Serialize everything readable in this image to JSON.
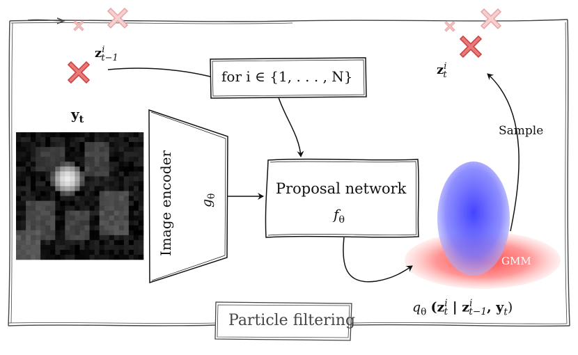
{
  "frame": {
    "title": "Particle filtering"
  },
  "observation": {
    "label_symbol": "y",
    "label_subscript": "t"
  },
  "prev_particle": {
    "symbol": "z",
    "superscript": "i",
    "subscript": "t−1"
  },
  "loop": {
    "label": "for i ∈ {1, . . . , N}"
  },
  "encoder": {
    "label": "Image encoder",
    "symbol": "g",
    "symbol_subscript": "θ"
  },
  "proposal": {
    "label": "Proposal network",
    "symbol": "f",
    "symbol_subscript": "θ"
  },
  "gmm": {
    "label": "GMM",
    "distribution": "q",
    "distribution_subscript": "θ",
    "args_text": "(z",
    "args_sup": "i",
    "args_sub": "t",
    "args_mid": " | z",
    "args_sup2": "i",
    "args_sub2": "t−1",
    "args_end": ", y",
    "args_sub3": "t",
    "args_close": ")"
  },
  "sample": {
    "label": "Sample"
  },
  "new_particle": {
    "symbol": "z",
    "superscript": "i",
    "subscript": "t"
  },
  "colors": {
    "cross_fill": "#e36a6a",
    "cross_faded": "#f2b8b8",
    "gmm_blue": "#4a4aff",
    "gmm_red": "#ff5a5a",
    "stroke": "#111111"
  }
}
